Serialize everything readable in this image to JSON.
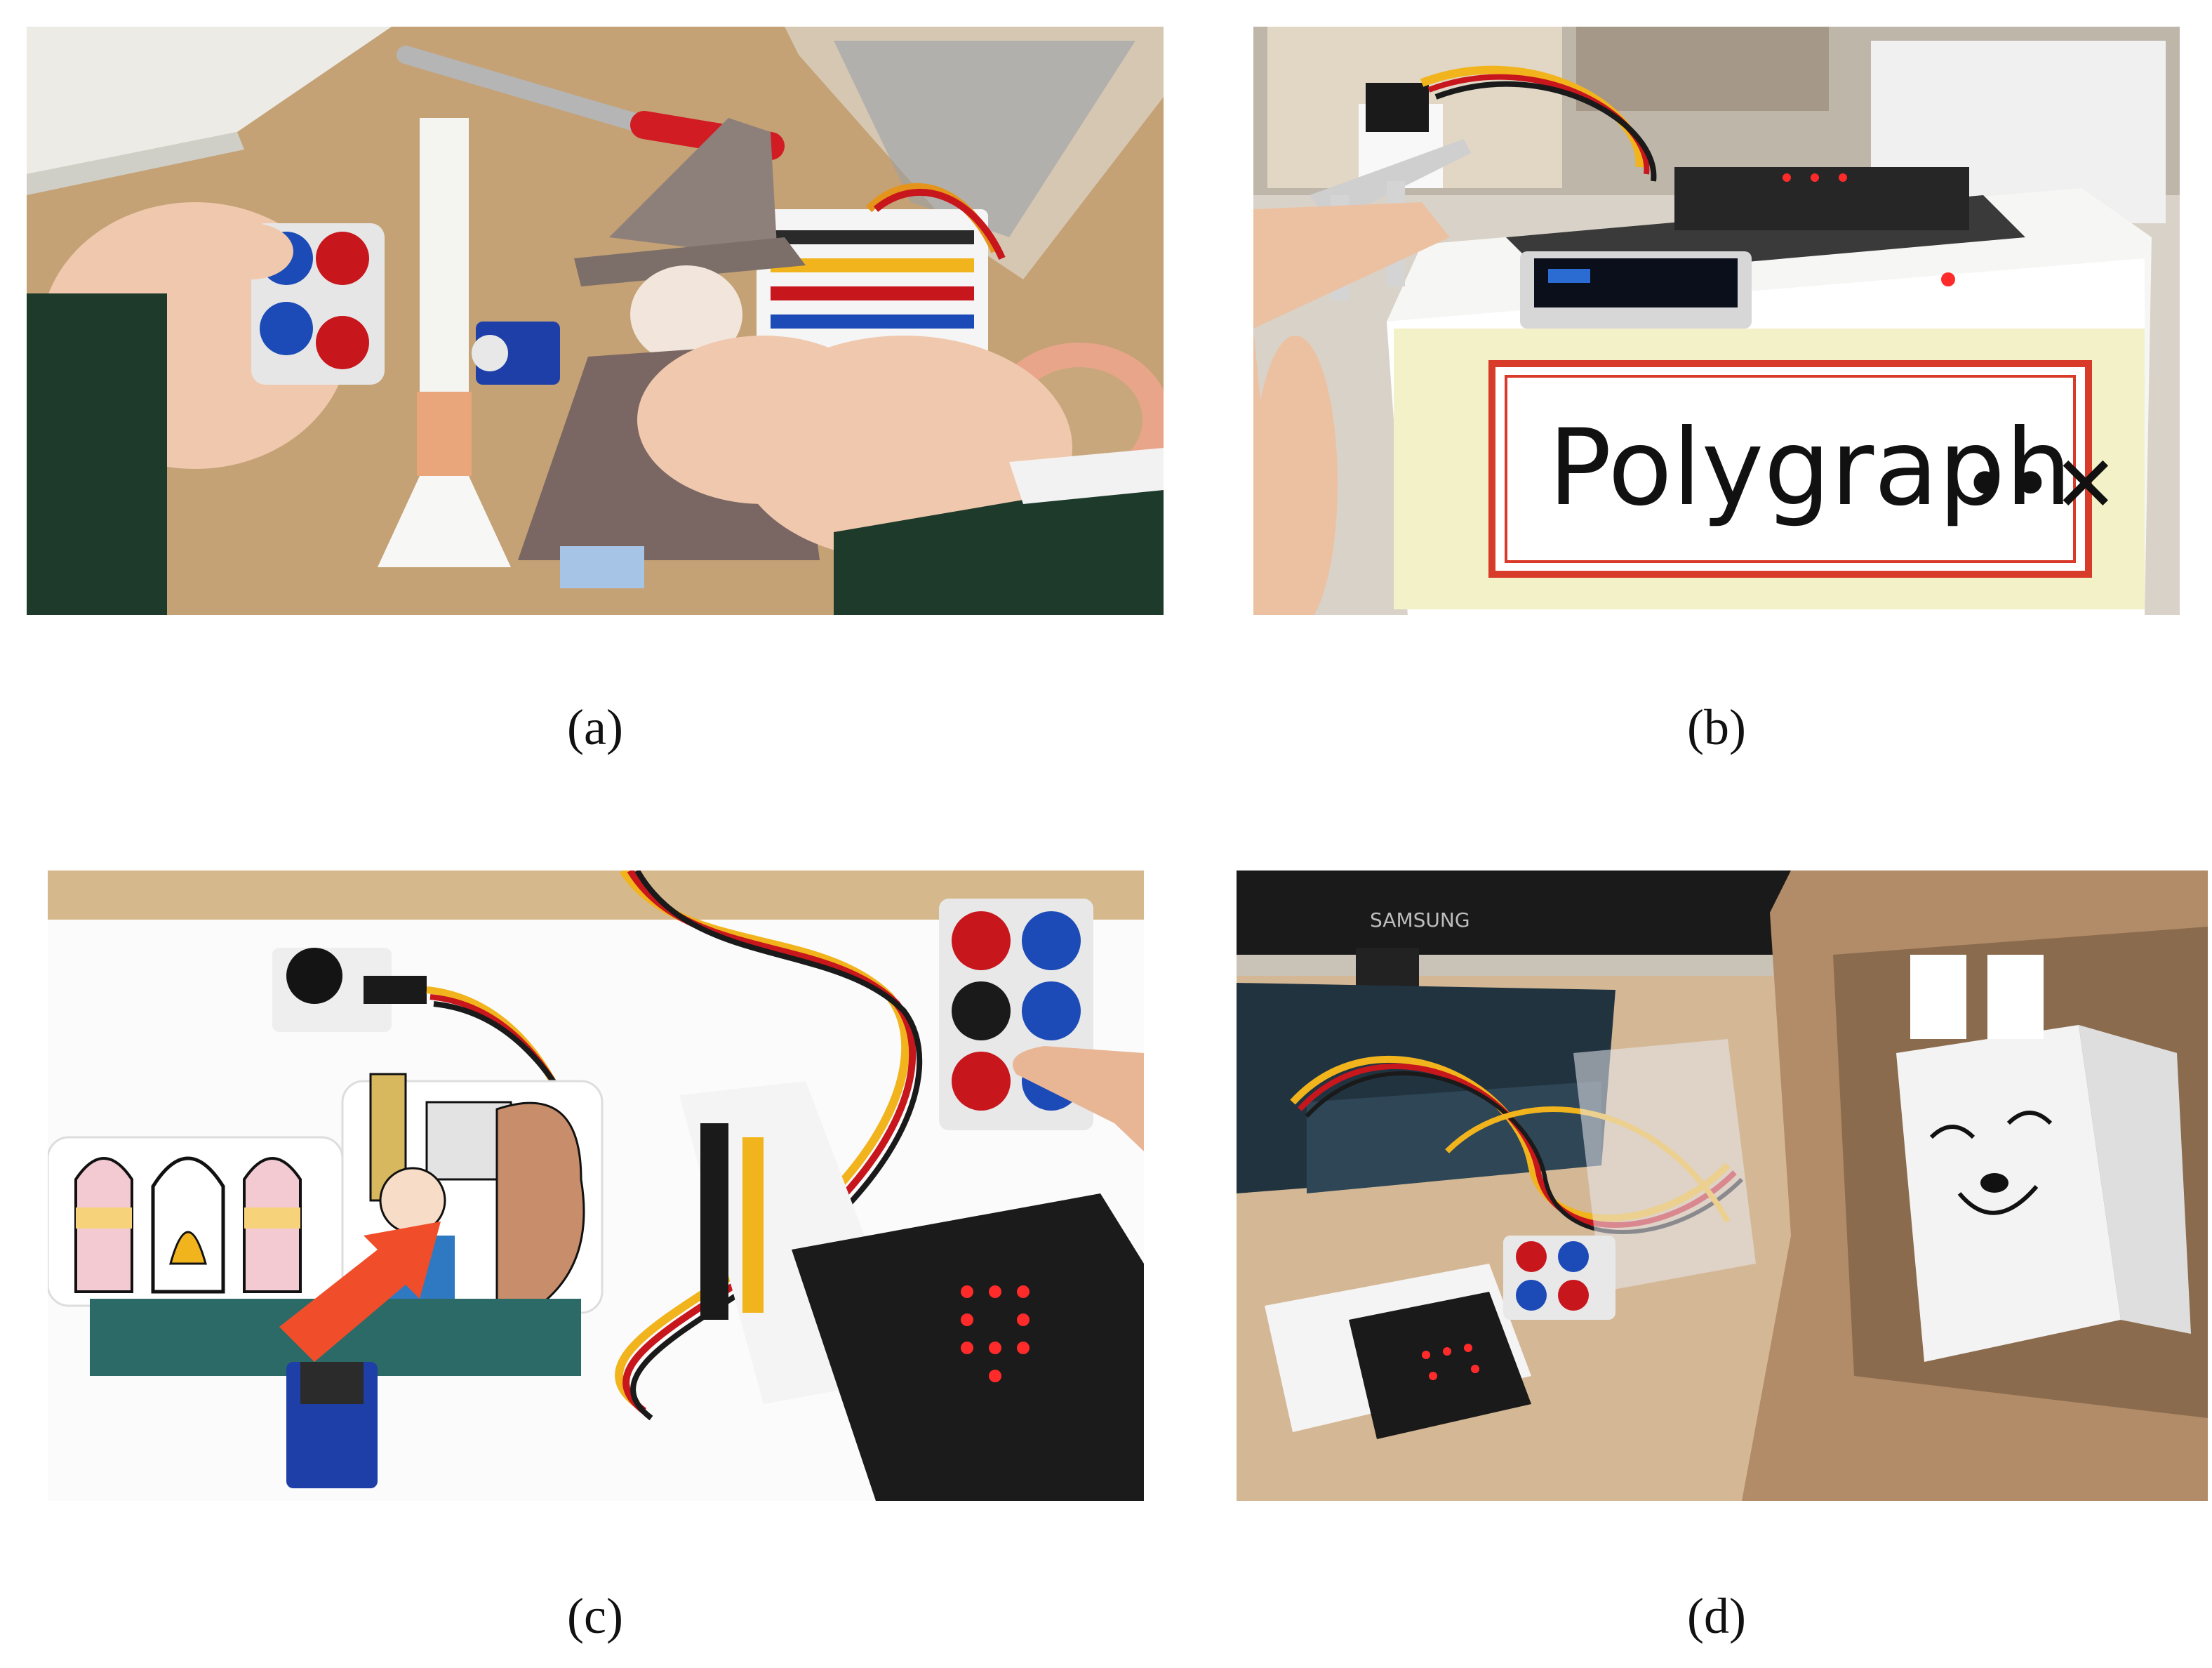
{
  "captions": {
    "a": "(a)",
    "b": "(b)",
    "c": "(c)",
    "d": "(d)"
  },
  "panel_b": {
    "box_label": "Polygraph",
    "box_face": "••✕"
  },
  "panel_d": {
    "monitor_brand": "SAMSUNG"
  },
  "colors": {
    "desk_wood": "#c8a57a",
    "button_red": "#c8161d",
    "button_blue": "#1c4bb8",
    "servo_blue": "#1f3fa8",
    "paper_bag": "#b08a66",
    "board_black": "#1a1a1a"
  }
}
